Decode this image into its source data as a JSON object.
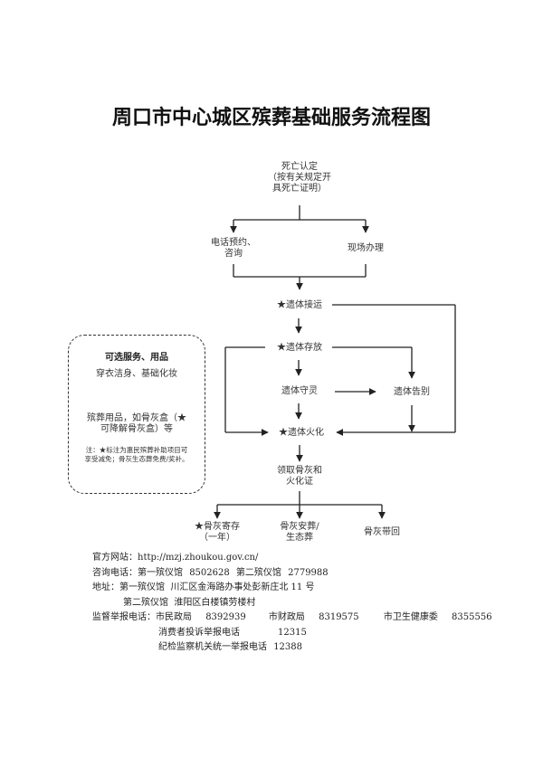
{
  "title": "周口市中心城区殡葬基础服务流程图",
  "flow": {
    "death_cert": [
      "死亡认定",
      "（按有关规定开",
      "具死亡证明）"
    ],
    "phone": [
      "电话预约、",
      "咨询"
    ],
    "onsite": "现场办理",
    "transport": "★遗体接运",
    "storage": "★遗体存放",
    "vigil": "遗体守灵",
    "farewell": "遗体告别",
    "cremation": "★遗体火化",
    "collect": [
      "领取骨灰和",
      "火化证"
    ],
    "deposit": [
      "★骨灰寄存",
      "（一年）"
    ],
    "burial": [
      "骨灰安葬/",
      "生态葬"
    ],
    "takehome": "骨灰带回"
  },
  "optional": {
    "title": "可选服务、用品",
    "service": "穿衣洁身、基础化妆",
    "supplies": [
      "殡葬用品，如骨灰盒（★",
      "可降解骨灰盒）等"
    ],
    "note": [
      "注：★标注为惠民殡葬补助项目可",
      "享受减免；骨灰生态葬免费/奖补。"
    ]
  },
  "info": {
    "website_label": "官方网站：",
    "website": "http://mzj.zhoukou.gov.cn/",
    "phone_label": "咨询电话：",
    "phone_1_name": "第一殡仪馆",
    "phone_1": "8502628",
    "phone_2_name": "第二殡仪馆",
    "phone_2": "2779988",
    "address_label": "地址：",
    "address_1": "第一殡仪馆  川汇区金海路办事处彭新庄北 11 号",
    "address_2": "第二殡仪馆  淮阳区白楼镇劳楼村",
    "report_label": "监督举报电话：",
    "report_1_name": "市民政局",
    "report_1": "8392939",
    "report_2_name": "市财政局",
    "report_2": "8319575",
    "report_3_name": "市卫生健康委",
    "report_3": "8355556",
    "report_4_name": "消费者投诉举报电话",
    "report_4": "12315",
    "report_5_name": "纪检监察机关统一举报电话",
    "report_5": "12388"
  }
}
